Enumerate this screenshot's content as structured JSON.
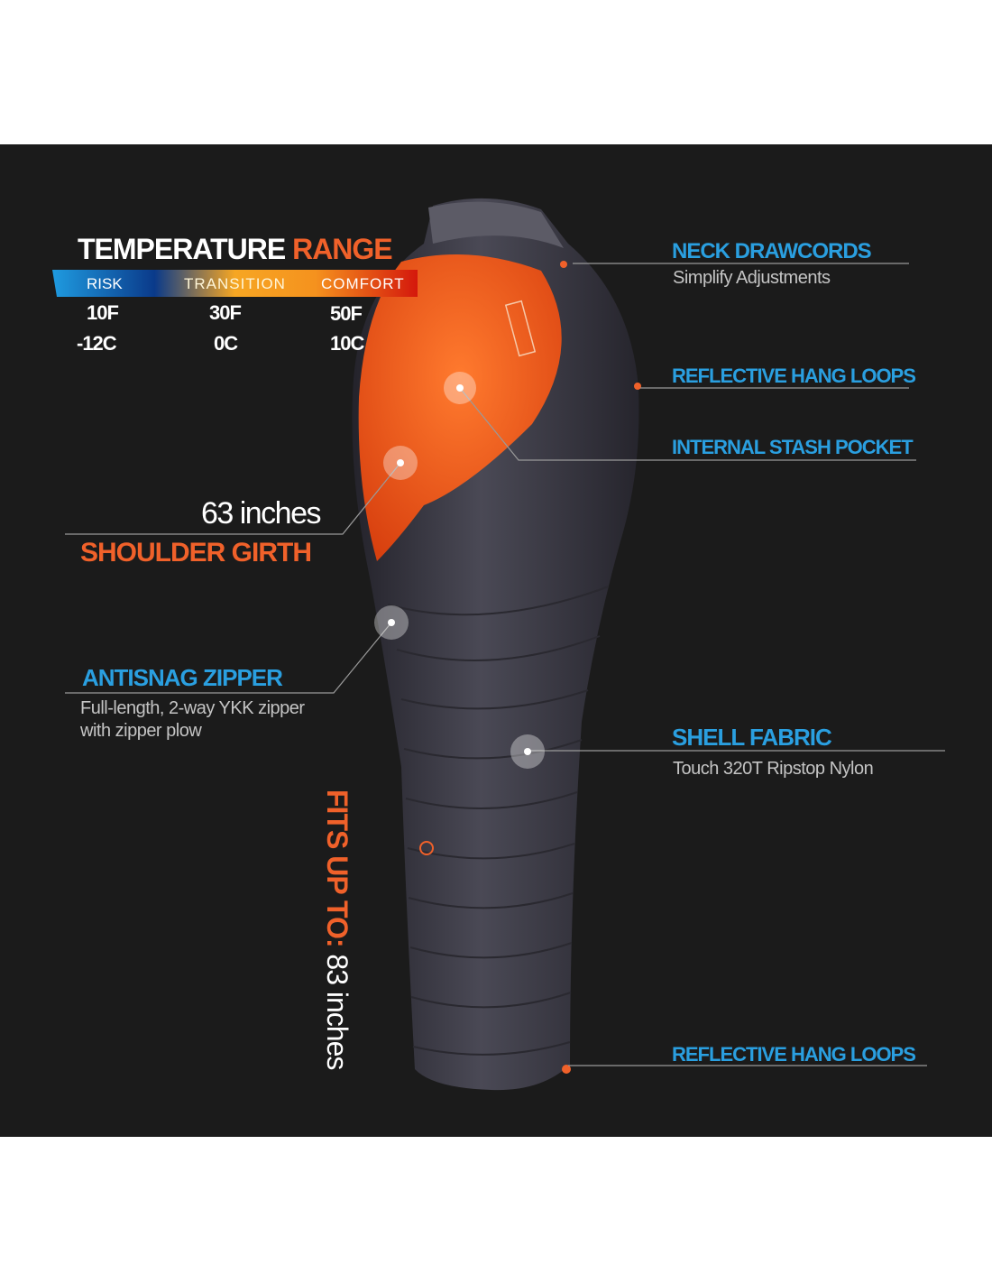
{
  "temperature_range": {
    "title_part1": "TEMPERATURE",
    "title_part2": "RANGE",
    "bands": [
      "RISK",
      "TRANSITION",
      "COMFORT"
    ],
    "fahrenheit": [
      "10F",
      "30F",
      "50F"
    ],
    "celsius": [
      "-12C",
      "0C",
      "10C"
    ]
  },
  "callouts": {
    "neck_drawcords": {
      "title": "NECK DRAWCORDS",
      "subtitle": "Simplify Adjustments"
    },
    "hang_loops_top": {
      "title": "REFLECTIVE HANG LOOPS"
    },
    "stash_pocket": {
      "title": "INTERNAL STASH POCKET"
    },
    "shoulder": {
      "value": "63 inches",
      "title": "SHOULDER GIRTH"
    },
    "zipper": {
      "title": "ANTISNAG ZIPPER",
      "line1": "Full-length, 2-way YKK zipper",
      "line2": "with zipper plow"
    },
    "shell": {
      "title": "SHELL FABRIC",
      "subtitle": "Touch 320T Ripstop Nylon"
    },
    "hang_loops_bottom": {
      "title": "REFLECTIVE HANG LOOPS"
    },
    "length": {
      "label": "FITS UP TO:",
      "value": "83 inches"
    }
  },
  "colors": {
    "accent_blue": "#2a9fe0",
    "accent_orange": "#f0612a",
    "background": "#1b1b1b",
    "bag_shell": "#3a3944",
    "bag_lining": "#f0541c"
  }
}
